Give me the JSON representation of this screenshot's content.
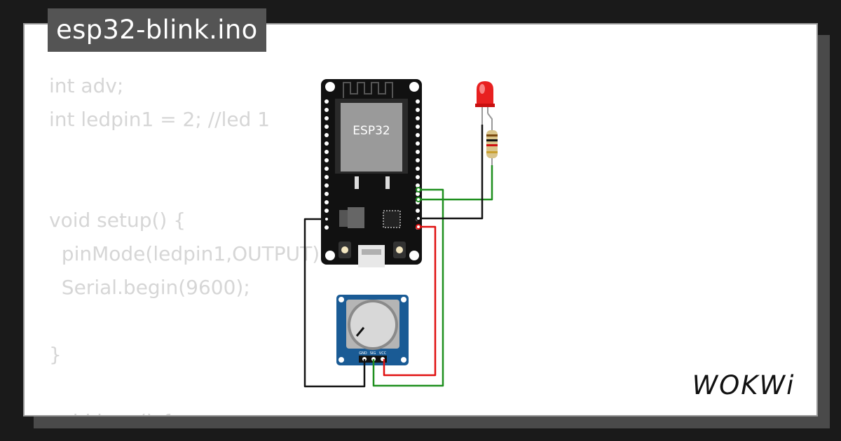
{
  "project": {
    "filename": "esp32-blink.ino",
    "brand": "WOKWi"
  },
  "code_lines": [
    "int adv;",
    "int ledpin1 = 2; //led 1",
    "",
    "",
    "void setup() {",
    "  pinMode(ledpin1,OUTPUT);",
    "  Serial.begin(9600);",
    "",
    "}",
    "",
    "void loop() {"
  ],
  "board": {
    "label": "ESP32"
  },
  "potentiometer": {
    "pins": [
      "GND",
      "SIG",
      "VCC"
    ]
  },
  "colors": {
    "board": "#111111",
    "chip": "#9a9a9a",
    "pot_board": "#1a5b95",
    "wire_green": "#1f8f1f",
    "wire_red": "#e01010",
    "wire_black": "#111111",
    "led": "#e82020"
  }
}
